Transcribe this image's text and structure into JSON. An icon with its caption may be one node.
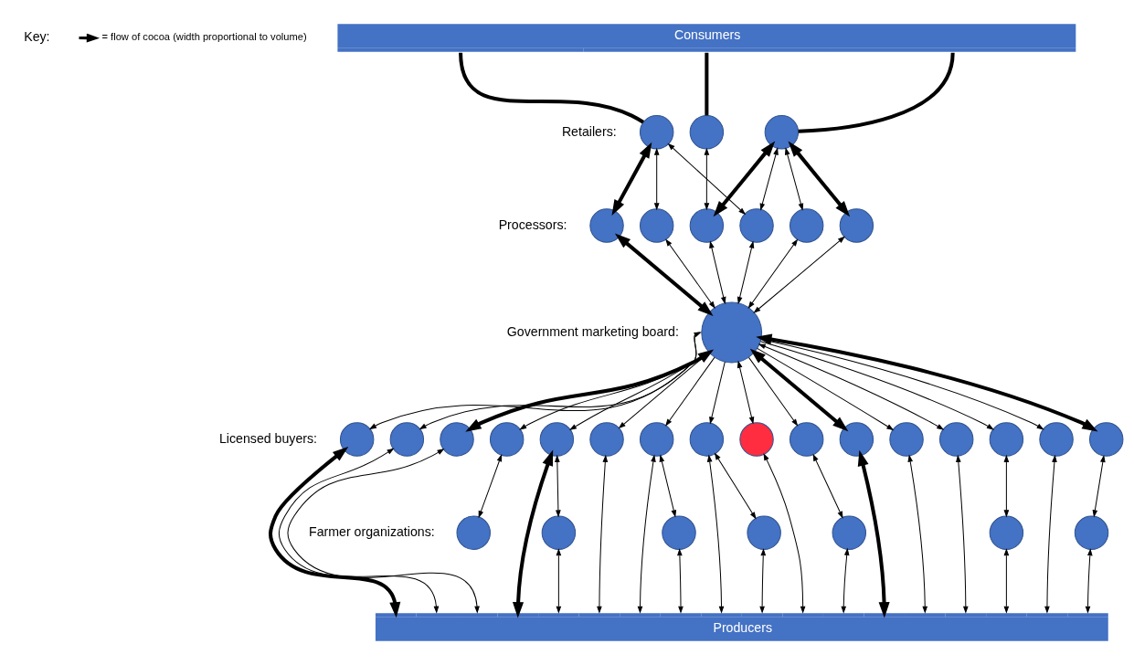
{
  "diagram": {
    "nodes": [
      {
        "text": [
          "Consumers"
        ]
      },
      {
        "text": [],
        "shape": "circle"
      },
      {
        "text": [],
        "shape": "circle"
      },
      {
        "text": [],
        "shape": "circle"
      },
      {
        "text": [],
        "shape": "circle"
      },
      {
        "text": [],
        "shape": "circle"
      },
      {
        "text": [],
        "shape": "circle"
      },
      {
        "text": [],
        "shape": "circle"
      },
      {
        "text": [],
        "shape": "circle"
      },
      {
        "text": [],
        "shape": "circle"
      },
      {
        "text": [],
        "shape": "circle"
      },
      {
        "text": [],
        "shape": "circle"
      },
      {
        "text": [],
        "shape": "circle"
      },
      {
        "text": [],
        "shape": "circle"
      },
      {
        "text": [],
        "shape": "circle"
      },
      {
        "text": [],
        "shape": "circle"
      },
      {
        "text": [],
        "shape": "circle"
      },
      {
        "text": [],
        "shape": "circle"
      },
      {
        "text": [],
        "shape": "circle"
      },
      {
        "text": [],
        "shape": "circle"
      },
      {
        "text": [],
        "shape": "circle"
      },
      {
        "text": [],
        "shape": "circle"
      },
      {
        "text": [],
        "shape": "circle"
      },
      {
        "text": [],
        "shape": "circle"
      },
      {
        "text": [],
        "shape": "circle"
      },
      {
        "text": [],
        "shape": "circle"
      },
      {
        "text": [],
        "shape": "circle"
      },
      {
        "text": [],
        "shape": "circle"
      },
      {
        "text": [],
        "shape": "circle"
      },
      {
        "text": [],
        "shape": "circle"
      },
      {
        "text": [],
        "shape": "circle"
      },
      {
        "text": [],
        "shape": "circle"
      },
      {
        "text": [],
        "shape": "circle"
      },
      {
        "text": [],
        "shape": "circle"
      },
      {
        "text": [
          "Producers"
        ]
      }
    ],
    "edges": [
      {
        "from": 0,
        "to": 1,
        "arrow": "none",
        "style": "thick"
      },
      {
        "from": 0,
        "to": 2,
        "arrow": "none",
        "style": "thick"
      },
      {
        "from": 0,
        "to": 3,
        "arrow": "none",
        "style": "thick"
      },
      {
        "from": 1,
        "to": 4,
        "arrow": "both",
        "style": "thick"
      },
      {
        "from": 1,
        "to": 5,
        "arrow": "both"
      },
      {
        "from": 1,
        "to": 7,
        "arrow": "both"
      },
      {
        "from": 2,
        "to": 6,
        "arrow": "both"
      },
      {
        "from": 3,
        "to": 6,
        "arrow": "both",
        "style": "thick"
      },
      {
        "from": 3,
        "to": 7,
        "arrow": "both"
      },
      {
        "from": 3,
        "to": 8,
        "arrow": "both"
      },
      {
        "from": 3,
        "to": 9,
        "arrow": "both",
        "style": "thick"
      },
      {
        "from": 4,
        "to": 10,
        "arrow": "both",
        "style": "thick"
      },
      {
        "from": 5,
        "to": 10,
        "arrow": "both"
      },
      {
        "from": 6,
        "to": 10,
        "arrow": "both"
      },
      {
        "from": 7,
        "to": 10,
        "arrow": "both"
      },
      {
        "from": 8,
        "to": 10,
        "arrow": "both"
      },
      {
        "from": 9,
        "to": 10,
        "arrow": "both"
      },
      {
        "from": 10,
        "to": 11,
        "arrow": "both"
      },
      {
        "from": 10,
        "to": 12,
        "arrow": "to"
      },
      {
        "from": 10,
        "to": 13,
        "arrow": "both",
        "style": "thick"
      },
      {
        "from": 10,
        "to": 14,
        "arrow": "to"
      },
      {
        "from": 10,
        "to": 15,
        "arrow": "to"
      },
      {
        "from": 10,
        "to": 16,
        "arrow": "to"
      },
      {
        "from": 10,
        "to": 17,
        "arrow": "to"
      },
      {
        "from": 10,
        "to": 18,
        "arrow": "to"
      },
      {
        "from": 10,
        "to": 19,
        "arrow": "both"
      },
      {
        "from": 10,
        "to": 20,
        "arrow": "to"
      },
      {
        "from": 10,
        "to": 21,
        "arrow": "both",
        "style": "thick"
      },
      {
        "from": 10,
        "to": 22,
        "arrow": "to"
      },
      {
        "from": 10,
        "to": 23,
        "arrow": "both"
      },
      {
        "from": 10,
        "to": 24,
        "arrow": "to"
      },
      {
        "from": 10,
        "to": 25,
        "arrow": "to"
      },
      {
        "from": 10,
        "to": 26,
        "arrow": "both",
        "style": "thick"
      },
      {
        "from": 11,
        "to": 34,
        "arrow": "both",
        "style": "thick"
      },
      {
        "from": 12,
        "to": 34,
        "arrow": "both"
      },
      {
        "from": 13,
        "to": 34,
        "arrow": "both"
      },
      {
        "from": 14,
        "to": 27,
        "arrow": "both"
      },
      {
        "from": 15,
        "to": 28,
        "arrow": "both"
      },
      {
        "from": 15,
        "to": 34,
        "arrow": "both",
        "style": "thick"
      },
      {
        "from": 16,
        "to": 34,
        "arrow": "both"
      },
      {
        "from": 17,
        "to": 29,
        "arrow": "both"
      },
      {
        "from": 17,
        "to": 34,
        "arrow": "both"
      },
      {
        "from": 18,
        "to": 30,
        "arrow": "both"
      },
      {
        "from": 18,
        "to": 34,
        "arrow": "both"
      },
      {
        "from": 28,
        "to": 34,
        "arrow": "both"
      },
      {
        "from": 29,
        "to": 34,
        "arrow": "both"
      },
      {
        "from": 30,
        "to": 34,
        "arrow": "both"
      },
      {
        "from": 19,
        "to": 34,
        "arrow": "both"
      },
      {
        "from": 20,
        "to": 31,
        "arrow": "both"
      },
      {
        "from": 31,
        "to": 34,
        "arrow": "both"
      },
      {
        "from": 21,
        "to": 34,
        "arrow": "both",
        "style": "thick"
      },
      {
        "from": 22,
        "to": 34,
        "arrow": "both"
      },
      {
        "from": 23,
        "to": 34,
        "arrow": "both"
      },
      {
        "from": 24,
        "to": 32,
        "arrow": "both"
      },
      {
        "from": 32,
        "to": 34,
        "arrow": "both"
      },
      {
        "from": 25,
        "to": 34,
        "arrow": "both"
      },
      {
        "from": 26,
        "to": 33,
        "arrow": "both"
      },
      {
        "from": 33,
        "to": 34,
        "arrow": "both"
      }
    ],
    "labels": [
      "Key:",
      "Retailers:",
      "Processors:",
      "Government marketing board:",
      "Licensed buyers:",
      "Farmer organizations:"
    ],
    "legend": [
      {
        "text": "= flow of cocoa (width proportional to volume)"
      }
    ]
  }
}
